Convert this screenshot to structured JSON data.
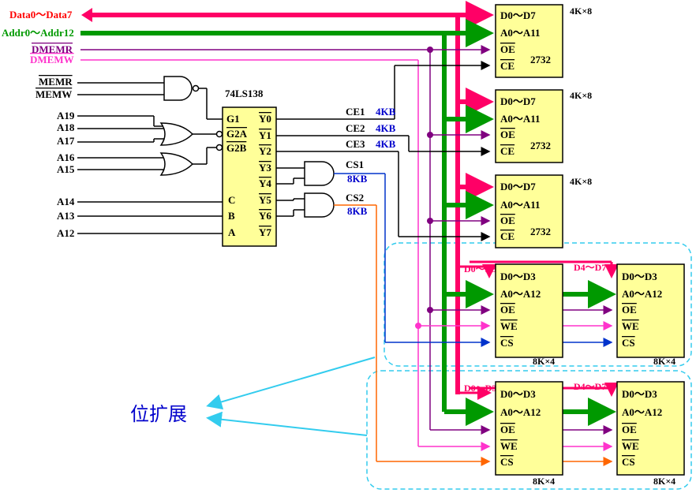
{
  "buses": {
    "data": "Data0～Data7",
    "addr": "Addr0～Addr12",
    "dmemr": "DMEMR",
    "dmemw": "DMEMW"
  },
  "inputs": {
    "memr": "MEMR",
    "memw": "MEMW",
    "a19": "A19",
    "a18": "A18",
    "a17": "A17",
    "a16": "A16",
    "a15": "A15",
    "a14": "A14",
    "a13": "A13",
    "a12": "A12"
  },
  "decoder": {
    "name": "74LS138",
    "g1": "G1",
    "g2a": "G2A",
    "g2b": "G2B",
    "c": "C",
    "b": "B",
    "a": "A",
    "y0": "Y0",
    "y1": "Y1",
    "y2": "Y2",
    "y3": "Y3",
    "y4": "Y4",
    "y5": "Y5",
    "y6": "Y6",
    "y7": "Y7"
  },
  "selects": {
    "ce1": "CE1",
    "ce2": "CE2",
    "ce3": "CE3",
    "cs1": "CS1",
    "cs2": "CS2",
    "size4": "4KB",
    "size8": "8KB"
  },
  "rom": {
    "pin_data": "D0～D7",
    "pin_addr": "A0～A11",
    "pin_oe": "OE",
    "pin_ce": "CE",
    "part": "2732",
    "org": "4K×8"
  },
  "ram": {
    "pin_data": "D0～D3",
    "pin_addr": "A0～A12",
    "pin_oe": "OE",
    "pin_we": "WE",
    "pin_cs": "CS",
    "org": "8K×4",
    "low_nibble": "D0～D3",
    "high_nibble": "D4～D7"
  },
  "annotation": "位扩展",
  "colors": {
    "data_bus": "#ff0066",
    "addr_bus": "#009900",
    "dmemr": "#800080",
    "dmemw": "#ff33cc",
    "cs1": "#0033cc",
    "cs2": "#ff6600",
    "chip_fill": "#ffff99",
    "group_border": "#33ccee",
    "annotation": "#0000cc"
  }
}
